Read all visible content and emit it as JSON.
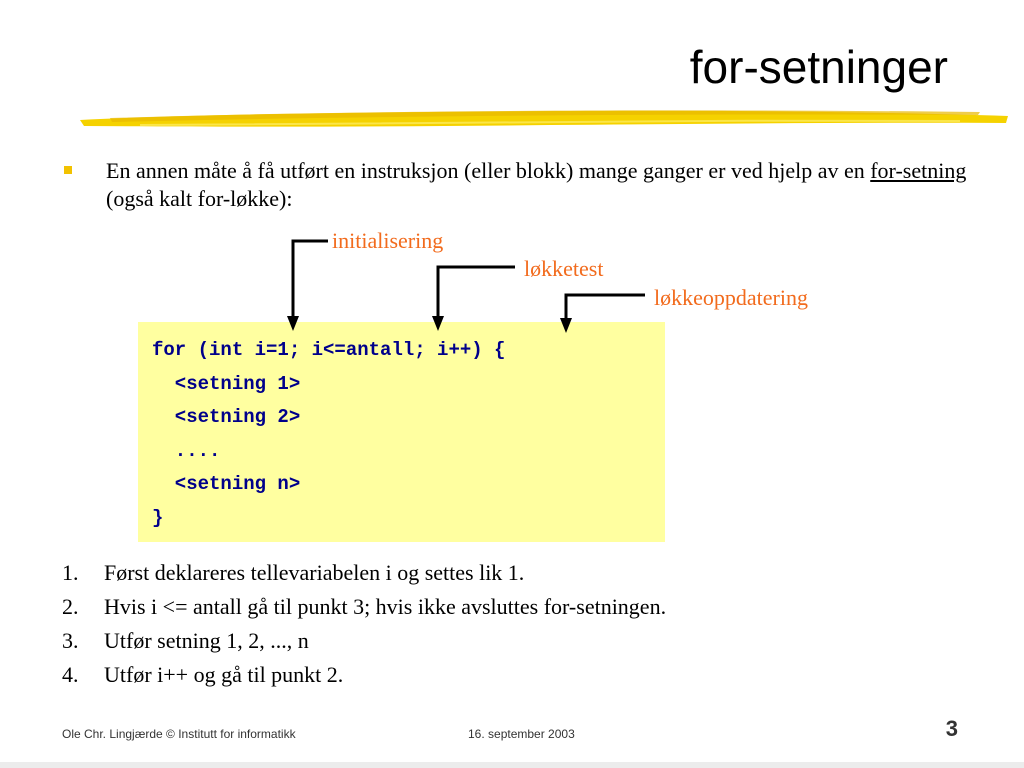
{
  "slide": {
    "title": "for-setninger",
    "bullet": {
      "text_before": "En annen måte å få utført en instruksjon (eller blokk) mange ganger er ved hjelp av en ",
      "link_text": "for-setning",
      "text_after": " (også kalt for-løkke):"
    },
    "annotations": {
      "init": "initialisering",
      "test": "løkketest",
      "update": "løkkeoppdatering"
    },
    "code_lines": [
      "for (int i=1; i<=antall; i++) {",
      "  <setning 1>",
      "  <setning 2>",
      "  ....",
      "  <setning n>",
      "}"
    ],
    "steps": [
      {
        "num": "1.",
        "text": "Først deklareres tellevariabelen i og settes lik 1."
      },
      {
        "num": "2.",
        "text": "Hvis i <= antall gå til punkt 3; hvis ikke avsluttes for-setningen."
      },
      {
        "num": "3.",
        "text": "Utfør setning 1, 2, ..., n"
      },
      {
        "num": "4.",
        "text": "Utfør i++ og gå til punkt 2."
      }
    ],
    "footer": {
      "author": "Ole Chr. Lingjærde © Institutt for informatikk",
      "date": "16. september 2003",
      "page": "3"
    },
    "colors": {
      "accent_yellow": "#f2c200",
      "annotation_orange": "#f26b1d",
      "code_blue": "#00008b",
      "code_bg": "#ffffa0"
    }
  }
}
